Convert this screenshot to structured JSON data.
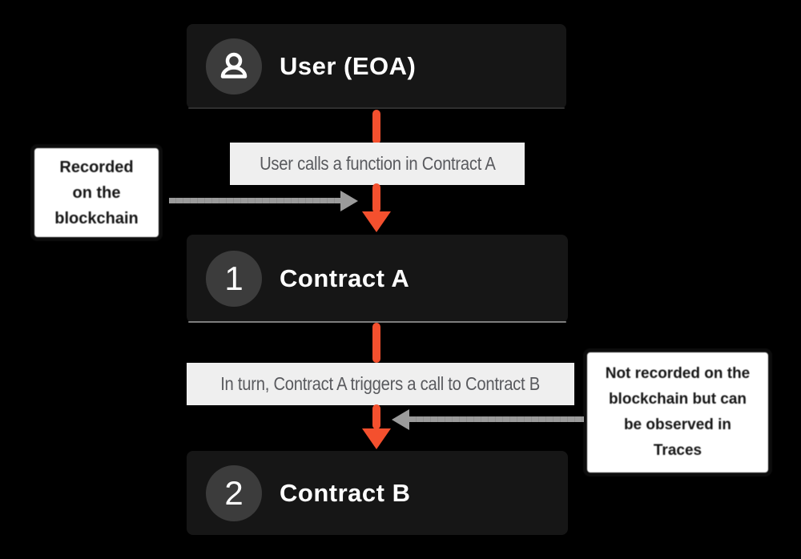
{
  "diagram": {
    "nodes": [
      {
        "title": "User (EOA)",
        "badge": "user-icon"
      },
      {
        "title": "Contract A",
        "badge": "1"
      },
      {
        "title": "Contract B",
        "badge": "2"
      }
    ],
    "edge_labels": [
      "User calls a function in Contract A",
      "In turn, Contract A triggers a call to Contract B"
    ],
    "notes": [
      {
        "side": "left",
        "lines": [
          "Recorded",
          "on the",
          "blockchain"
        ]
      },
      {
        "side": "right",
        "lines": [
          "Not recorded on the",
          "blockchain but can",
          "be observed in",
          "Traces"
        ]
      }
    ],
    "colors": {
      "background": "#000000",
      "node_bg": "#161616",
      "badge_bg": "#3C3C3C",
      "arrow_orange": "#F4502E",
      "arrow_gray": "#9B9B9B",
      "label_bg": "#EFEFEF",
      "label_text": "#595A5E",
      "note_bg": "#FFFFFF",
      "note_border": "#0D0D0D",
      "note_text": "#161616"
    }
  }
}
